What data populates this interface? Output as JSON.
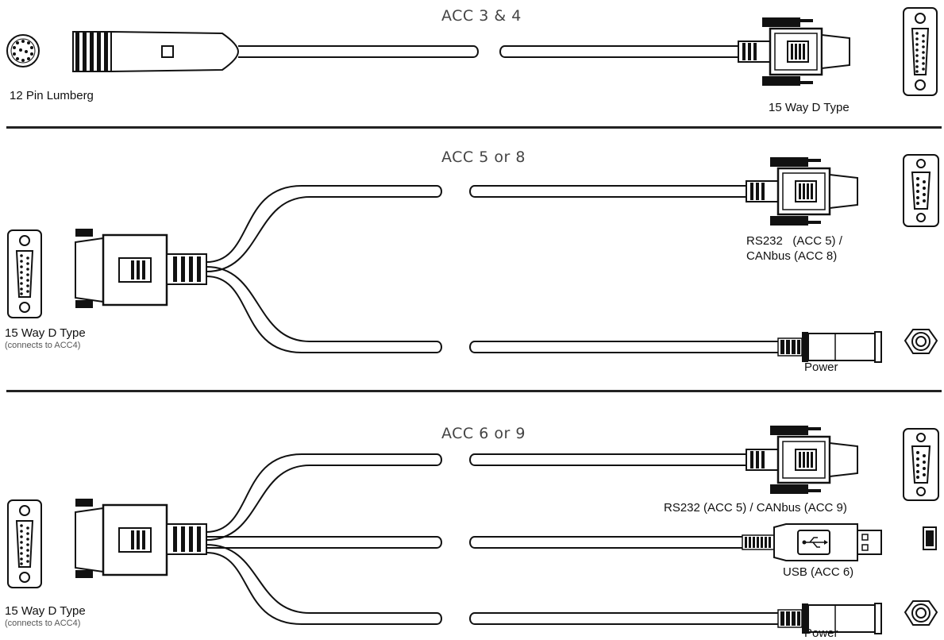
{
  "sections": [
    {
      "title": "ACC 3 & 4",
      "left_label": "12 Pin Lumberg",
      "right_label": "15 Way D Type"
    },
    {
      "title": "ACC 5 or 8",
      "left_label": "15 Way D Type",
      "left_sublabel": "(connects to ACC4)",
      "top_right_label_line1": "RS232   (ACC 5) /",
      "top_right_label_line2": "CANbus (ACC 8)",
      "bottom_right_label": "Power"
    },
    {
      "title": "ACC 6 or 9",
      "left_label": "15 Way D Type",
      "left_sublabel": "(connects to ACC4)",
      "top_right_label": "RS232 (ACC 5) / CANbus (ACC 9)",
      "middle_right_label": "USB (ACC 6)",
      "bottom_right_label": "Power"
    }
  ],
  "colors": {
    "ink": "#111111",
    "dark": "#222222",
    "background": "#ffffff"
  }
}
